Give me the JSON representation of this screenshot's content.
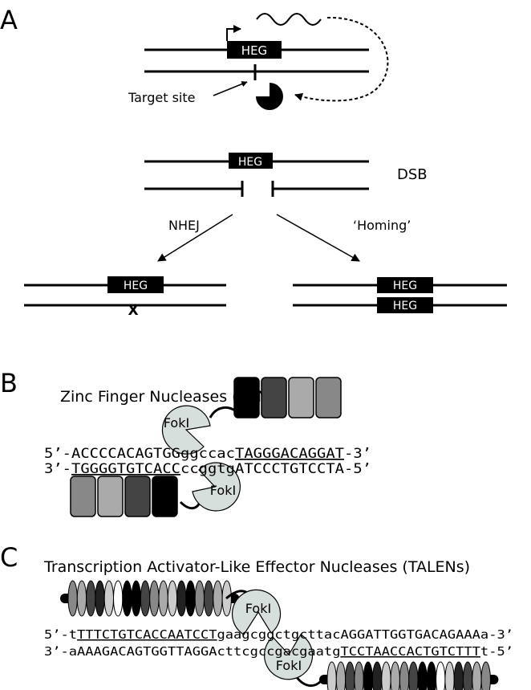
{
  "panel_a": {
    "label": "A",
    "gene_label": "HEG",
    "target_site_label": "Target site",
    "dsb_label": "DSB",
    "nhej_label": "NHEJ",
    "homing_label": "‘Homing’",
    "mutation_mark": "X"
  },
  "panel_b": {
    "label": "B",
    "title": "Zinc Finger Nucleases (ZFNs)",
    "fokl_label": "FokI",
    "finger_colors_top": [
      "#000000",
      "#444444",
      "#aaaaaa",
      "#888888"
    ],
    "finger_colors_bottom": [
      "#888888",
      "#aaaaaa",
      "#444444",
      "#000000"
    ],
    "seq_top": {
      "prefix": "5’-",
      "left": "ACCCCACAGTGG",
      "spacer": "ggccac",
      "site": "TAGGGACAGGAT",
      "suffix": "-3’"
    },
    "seq_bottom": {
      "prefix": "3’-",
      "site": "TGGGGTGTCACC",
      "spacer": "ccggtg",
      "right": "ATCCCTGTCCTA",
      "suffix": "-5’"
    }
  },
  "panel_c": {
    "label": "C",
    "title": "Transcription Activator-Like Effector Nucleases (TALENs)",
    "fokl_label": "FokI",
    "repeat_colors": [
      "#888888",
      "#aaaaaa",
      "#444444",
      "#222222",
      "#cccccc",
      "#ffffff",
      "#000000",
      "#000000",
      "#444444",
      "#888888",
      "#aaaaaa",
      "#cccccc",
      "#222222",
      "#000000",
      "#888888",
      "#444444",
      "#aaaaaa",
      "#cccccc"
    ],
    "seq_top": {
      "prefix": "5’-t",
      "site": "TTTCTGTCACCAATCCT",
      "spacer": "gaagcggctgcttac",
      "right": "AGGATTGGTGACAGAAA",
      "suffix": "a-3’"
    },
    "seq_bottom": {
      "prefix": "3’-a",
      "left": "AAAGACAGTGGTTAGGA",
      "spacer": "cttcgccgacgaatg",
      "site": "TCCTAACCACTGTCTTT",
      "suffix": "t-5’"
    }
  }
}
